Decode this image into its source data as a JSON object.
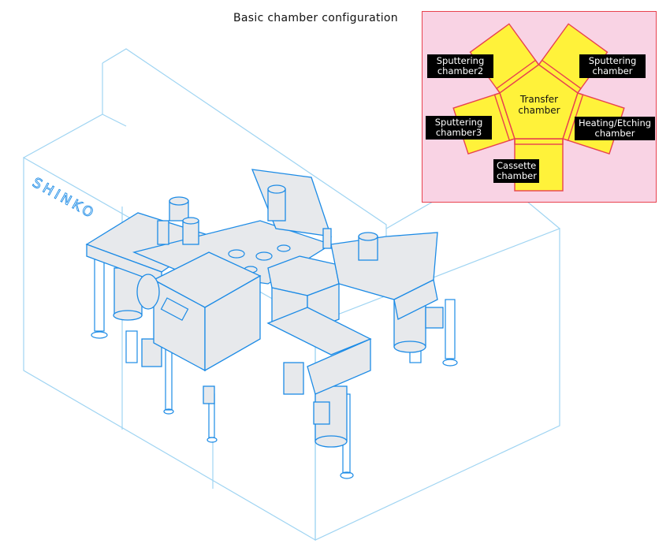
{
  "title": "Basic chamber configuration",
  "brand_mark": "SHINKO",
  "inset": {
    "transfer_chamber": "Transfer chamber",
    "chambers": [
      {
        "id": "sputtering-chamber2",
        "label": "Sputtering chamber2"
      },
      {
        "id": "sputtering-chamber",
        "label": "Sputtering chamber"
      },
      {
        "id": "sputtering-chamber3",
        "label": "Sputtering chamber3"
      },
      {
        "id": "heating-etching-chamber",
        "label": "Heating/Etching chamber"
      },
      {
        "id": "cassette-chamber",
        "label": "Cassette chamber"
      }
    ]
  },
  "colors": {
    "line": "#1c8be6",
    "enclosure": "#9fd4f2",
    "inset_bg": "#f9d3e4",
    "chamber_fill": "#fff23a",
    "chamber_stroke": "#e8424f"
  }
}
